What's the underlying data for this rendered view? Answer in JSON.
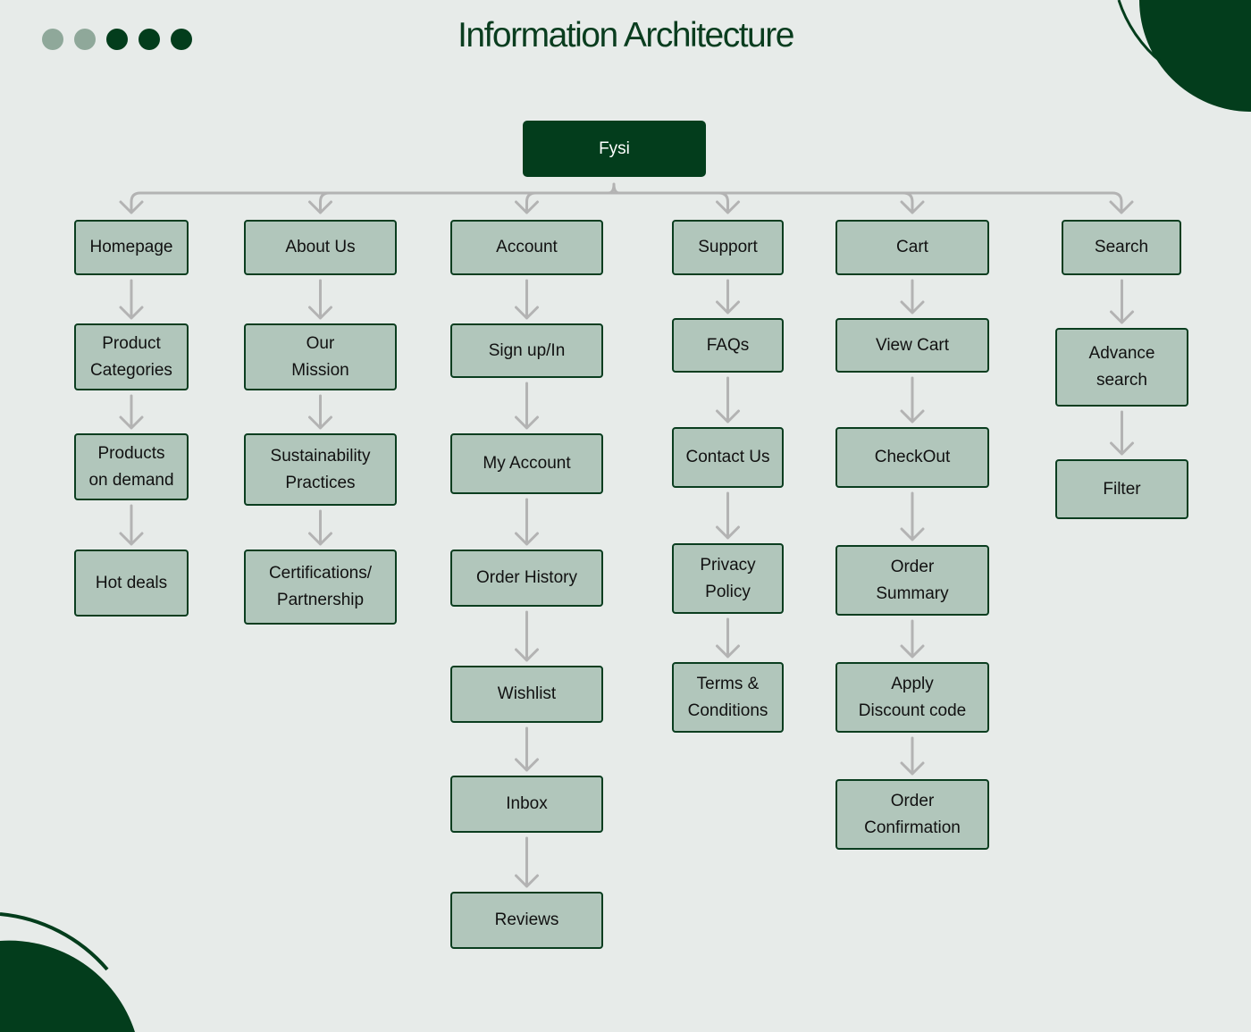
{
  "title": "Information Architecture",
  "root": "Fysi",
  "colors": {
    "dark_green": "#033d1c",
    "node_fill": "#b1c6bb",
    "connector": "#b3b3b3",
    "background": "#e7ebe9",
    "dot_light": "#8fa89a"
  },
  "columns": [
    {
      "items": [
        "Homepage",
        "Product\nCategories",
        "Products\non demand",
        "Hot deals"
      ]
    },
    {
      "items": [
        "About Us",
        "Our\nMission",
        "Sustainability\nPractices",
        "Certifications/\nPartnership"
      ]
    },
    {
      "items": [
        "Account",
        "Sign up/In",
        "My Account",
        "Order History",
        "Wishlist",
        "Inbox",
        "Reviews"
      ]
    },
    {
      "items": [
        "Support",
        "FAQs",
        "Contact Us",
        "Privacy\nPolicy",
        "Terms &\nConditions"
      ]
    },
    {
      "items": [
        "Cart",
        "View Cart",
        "CheckOut",
        "Order\nSummary",
        "Apply\nDiscount code",
        "Order\nConfirmation"
      ]
    },
    {
      "items": [
        "Search",
        "Advance\nsearch",
        "Filter"
      ]
    }
  ]
}
